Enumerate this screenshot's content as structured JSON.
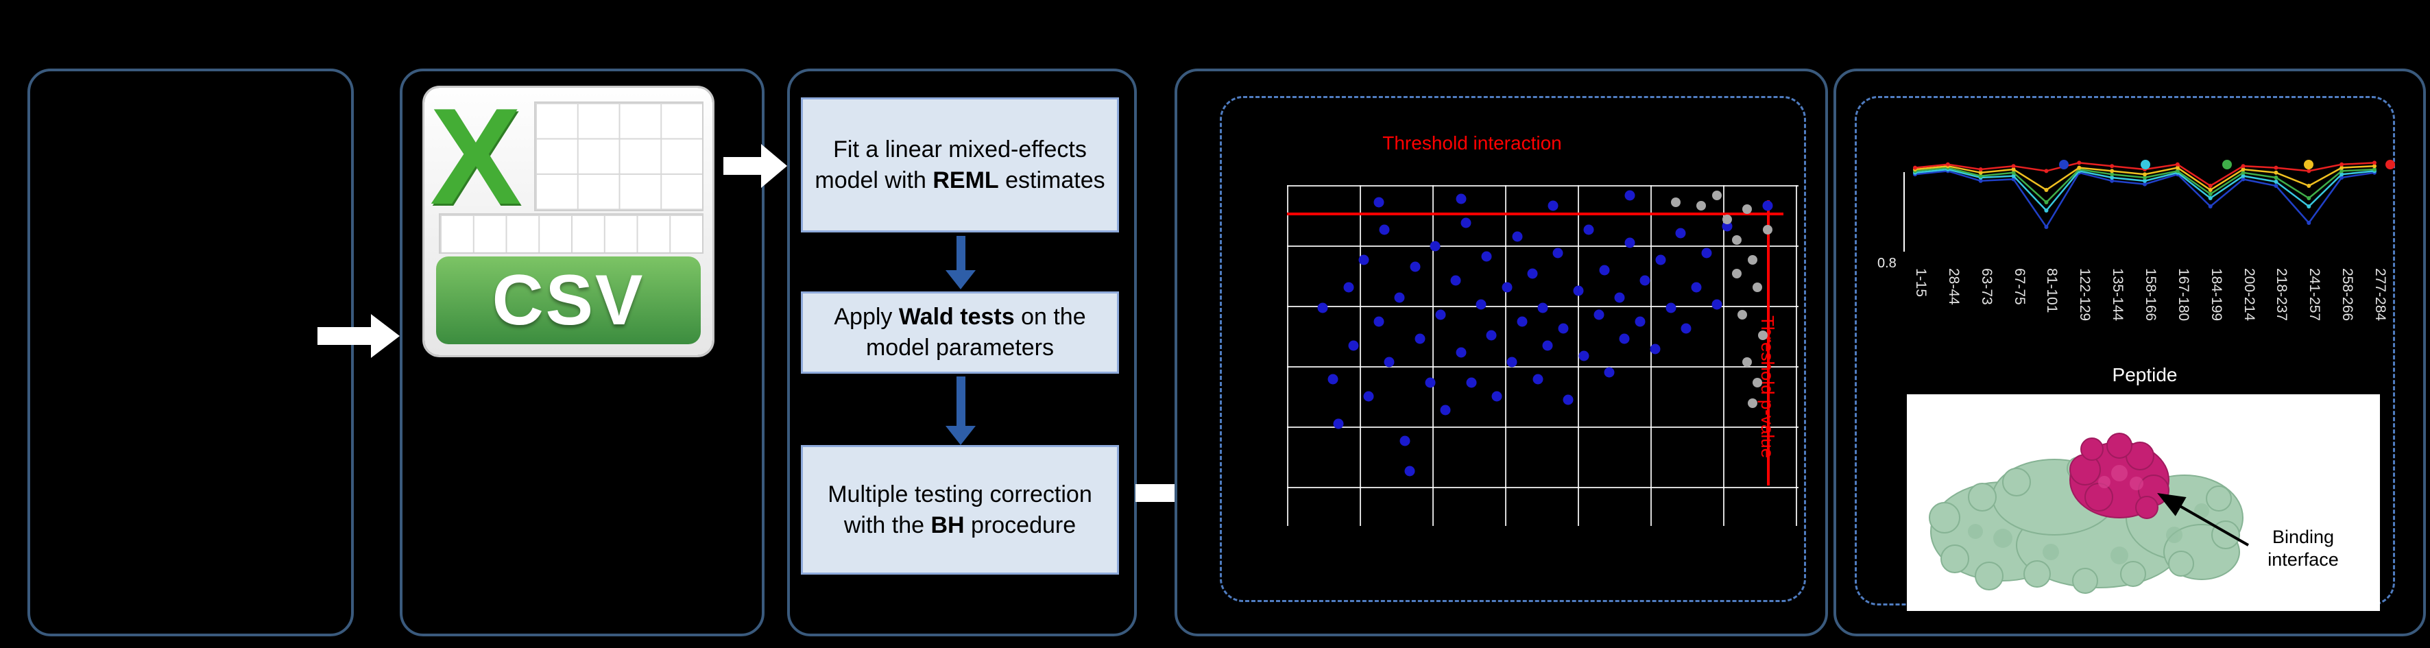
{
  "colors": {
    "panel_border": "#3a5a7d",
    "dashed_border": "#4f7cc0",
    "method_fill": "#dbe5f1",
    "threshold_red": "#ff0000",
    "scatter_blue": "#1a1acd",
    "scatter_gray": "#a8a8a8",
    "csv_green": "#44ad35"
  },
  "csv_icon": {
    "x_letter": "X",
    "label": "CSV"
  },
  "methods": {
    "step1": {
      "pre": "Fit a linear mixed-effects model with ",
      "bold": "REML",
      "post": " estimates"
    },
    "step2": {
      "pre": "Apply ",
      "bold": "Wald tests",
      "post": " on the model parameters"
    },
    "step3": {
      "pre": "Multiple testing correction with the ",
      "bold": "BH",
      "post": " procedure"
    }
  },
  "volcano": {
    "type": "scatter",
    "threshold_interaction_label": "Threshold interaction",
    "threshold_pvalue_label": "Threshold p-value",
    "blue_points": [
      [
        7,
        36
      ],
      [
        9,
        57
      ],
      [
        10,
        70
      ],
      [
        12,
        30
      ],
      [
        13,
        47
      ],
      [
        15,
        22
      ],
      [
        16,
        62
      ],
      [
        18,
        5
      ],
      [
        18,
        40
      ],
      [
        19,
        13
      ],
      [
        20,
        52
      ],
      [
        22,
        33
      ],
      [
        23,
        75
      ],
      [
        24,
        84
      ],
      [
        25,
        24
      ],
      [
        26,
        45
      ],
      [
        28,
        58
      ],
      [
        29,
        18
      ],
      [
        30,
        38
      ],
      [
        31,
        66
      ],
      [
        33,
        28
      ],
      [
        34,
        4
      ],
      [
        34,
        49
      ],
      [
        35,
        11
      ],
      [
        36,
        58
      ],
      [
        38,
        35
      ],
      [
        39,
        21
      ],
      [
        40,
        44
      ],
      [
        41,
        62
      ],
      [
        43,
        30
      ],
      [
        44,
        52
      ],
      [
        45,
        15
      ],
      [
        46,
        40
      ],
      [
        48,
        26
      ],
      [
        49,
        57
      ],
      [
        50,
        36
      ],
      [
        51,
        47
      ],
      [
        52,
        6
      ],
      [
        53,
        20
      ],
      [
        54,
        42
      ],
      [
        55,
        63
      ],
      [
        57,
        31
      ],
      [
        58,
        50
      ],
      [
        59,
        13
      ],
      [
        61,
        38
      ],
      [
        62,
        25
      ],
      [
        63,
        55
      ],
      [
        65,
        33
      ],
      [
        66,
        45
      ],
      [
        67,
        3
      ],
      [
        67,
        17
      ],
      [
        69,
        40
      ],
      [
        70,
        28
      ],
      [
        72,
        48
      ],
      [
        73,
        22
      ],
      [
        75,
        36
      ],
      [
        77,
        14
      ],
      [
        78,
        42
      ],
      [
        80,
        30
      ],
      [
        82,
        20
      ],
      [
        84,
        35
      ],
      [
        86,
        12
      ],
      [
        94,
        6
      ]
    ],
    "gray_points": [
      [
        76,
        5
      ],
      [
        81,
        6
      ],
      [
        84,
        3
      ],
      [
        86,
        10
      ],
      [
        88,
        16
      ],
      [
        90,
        7
      ],
      [
        91,
        22
      ],
      [
        92,
        30
      ],
      [
        89,
        38
      ],
      [
        93,
        44
      ],
      [
        90,
        52
      ],
      [
        92,
        58
      ],
      [
        88,
        26
      ],
      [
        94,
        13
      ],
      [
        91,
        64
      ]
    ]
  },
  "epitope_chart": {
    "type": "line",
    "x_title": "Peptide",
    "y_tick": "0.8",
    "x_labels": [
      "1-15",
      "28-44",
      "63-73",
      "67-75",
      "81-101",
      "122-129",
      "135-144",
      "158-166",
      "167-180",
      "184-199",
      "200-214",
      "218-237",
      "241-257",
      "258-266",
      "277-284"
    ],
    "legend_colors": [
      "#2040c8",
      "#38c8e0",
      "#3fae49",
      "#f0c020",
      "#e82020"
    ],
    "series": [
      {
        "name": "series-blue",
        "color": "#2040c8",
        "values": [
          0.74,
          0.78,
          0.66,
          0.68,
          0.1,
          0.76,
          0.66,
          0.62,
          0.74,
          0.35,
          0.68,
          0.6,
          0.15,
          0.7,
          0.76
        ]
      },
      {
        "name": "series-cyan",
        "color": "#38c8e0",
        "values": [
          0.76,
          0.8,
          0.7,
          0.72,
          0.3,
          0.78,
          0.7,
          0.66,
          0.76,
          0.45,
          0.72,
          0.65,
          0.35,
          0.74,
          0.78
        ]
      },
      {
        "name": "series-green",
        "color": "#3fae49",
        "values": [
          0.78,
          0.82,
          0.72,
          0.76,
          0.4,
          0.8,
          0.74,
          0.7,
          0.78,
          0.5,
          0.76,
          0.7,
          0.45,
          0.78,
          0.8
        ]
      },
      {
        "name": "series-yellow",
        "color": "#f0c020",
        "values": [
          0.8,
          0.84,
          0.76,
          0.8,
          0.55,
          0.82,
          0.78,
          0.74,
          0.82,
          0.55,
          0.8,
          0.76,
          0.6,
          0.82,
          0.84
        ]
      },
      {
        "name": "series-red",
        "color": "#e82020",
        "values": [
          0.82,
          0.86,
          0.8,
          0.84,
          0.78,
          0.88,
          0.84,
          0.8,
          0.86,
          0.6,
          0.84,
          0.82,
          0.78,
          0.86,
          0.88
        ]
      }
    ]
  },
  "protein": {
    "binding_label": "Binding interface"
  }
}
